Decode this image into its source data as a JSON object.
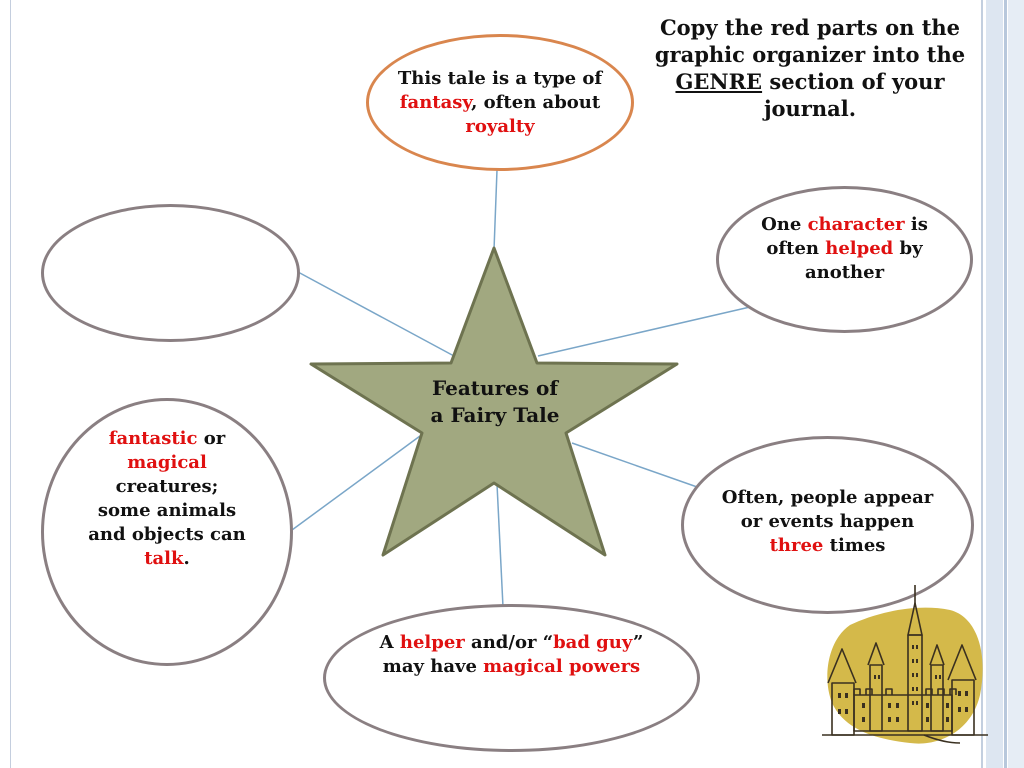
{
  "instruction": {
    "pre": "Copy the red parts on the graphic organizer into the ",
    "genre": "GENRE",
    "post": " section of your journal."
  },
  "center": {
    "label": "Features of a Fairy Tale"
  },
  "bubbles": {
    "top": {
      "t1": "This tale is a type of ",
      "r1": "fantasy",
      "t2": ", often about ",
      "r2": "royalty"
    },
    "upper_left": {},
    "upper_right": {
      "t1": "One ",
      "r1": "character",
      "t2": " is often ",
      "r2": "helped",
      "t3": " by another"
    },
    "lower_left": {
      "r1": "fantastic",
      "t1": " or ",
      "r2": "magical",
      "t2": " creatures; some animals and objects can ",
      "r3": "talk",
      "t3": "."
    },
    "lower_right": {
      "t1": "Often, people appear or events happen ",
      "r1": "three",
      "t2": " times"
    },
    "bottom": {
      "t1": "A ",
      "r1": "helper",
      "t2": " and/or “",
      "r2": "bad guy",
      "t3": "” may have ",
      "r3": "magical powers"
    }
  },
  "colors": {
    "highlight": "#e01010",
    "star_fill": "#a1a880",
    "star_stroke": "#6e7350",
    "connector": "#7aa6c8",
    "bubble_border": "#8a7f82",
    "top_bubble_border": "#d9864e",
    "castle_blob": "#d4b94a"
  },
  "decoration": {
    "castle": "castle-icon"
  }
}
